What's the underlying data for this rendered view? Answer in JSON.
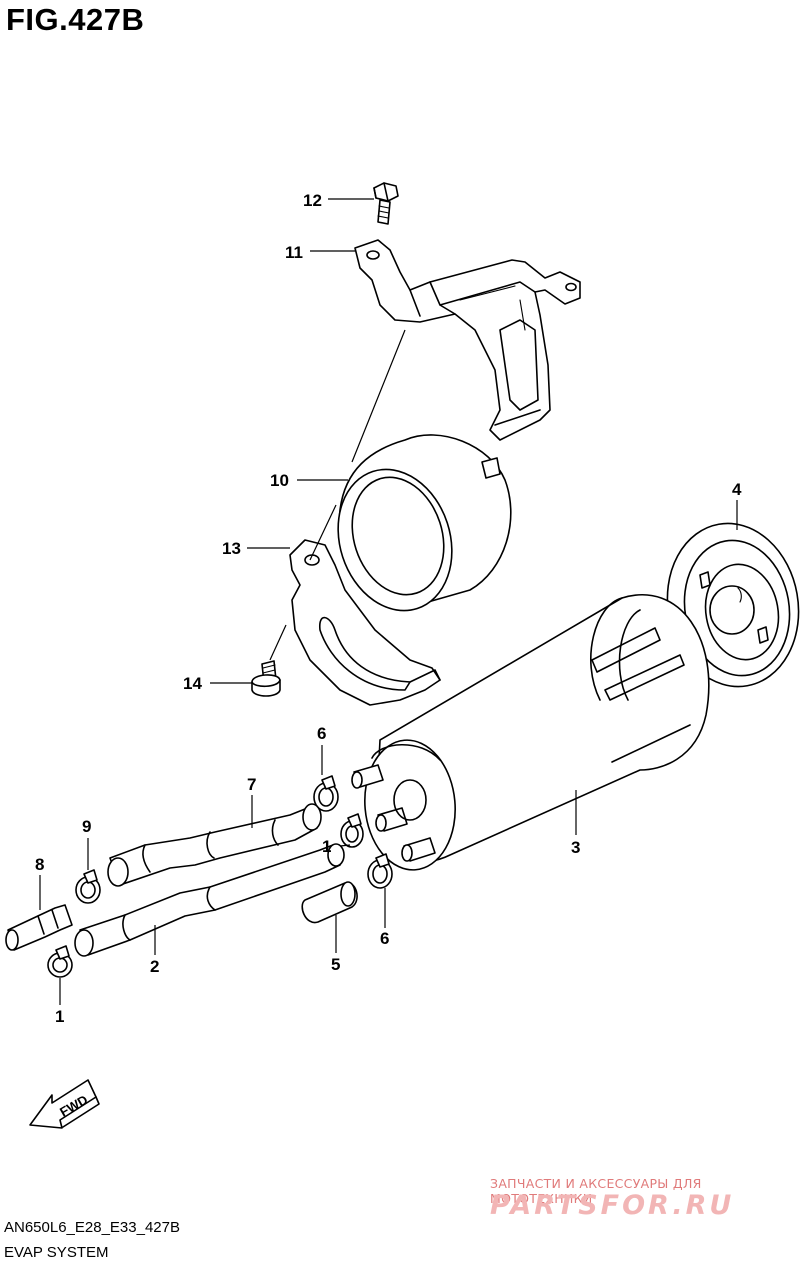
{
  "figure": {
    "title": "FIG.427B"
  },
  "footer": {
    "model_code": "AN650L6_E28_E33_427B",
    "section_name": "EVAP SYSTEM"
  },
  "watermark": {
    "tagline": "ЗАПЧАСТИ И АКСЕССУАРЫ ДЛЯ МОТОТЕХНИКИ",
    "brand": "PARTSFOR.RU"
  },
  "fwd_arrow": {
    "label": "FWD"
  },
  "callouts": [
    {
      "id": "c12",
      "label": "12"
    },
    {
      "id": "c11",
      "label": "11"
    },
    {
      "id": "c10",
      "label": "10"
    },
    {
      "id": "c13",
      "label": "13"
    },
    {
      "id": "c14",
      "label": "14"
    },
    {
      "id": "c4",
      "label": "4"
    },
    {
      "id": "c3",
      "label": "3"
    },
    {
      "id": "c6a",
      "label": "6"
    },
    {
      "id": "c7",
      "label": "7"
    },
    {
      "id": "c9",
      "label": "9"
    },
    {
      "id": "c8",
      "label": "8"
    },
    {
      "id": "c1a",
      "label": "1"
    },
    {
      "id": "c2",
      "label": "2"
    },
    {
      "id": "c1b",
      "label": "1"
    },
    {
      "id": "c5",
      "label": "5"
    },
    {
      "id": "c6b",
      "label": "6"
    }
  ]
}
